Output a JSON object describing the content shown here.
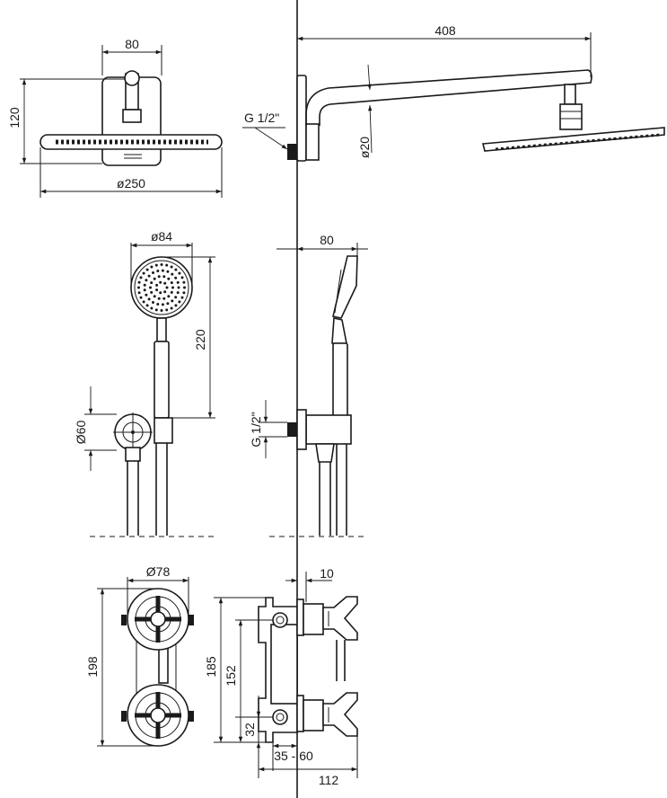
{
  "dimensions": {
    "head_bracket_width": "80",
    "head_height": "120",
    "head_diameter": "ø250",
    "arm_length": "408",
    "arm_diameter": "ø20",
    "connection_top": "G 1/2\"",
    "hand_shower_diameter": "ø84",
    "hand_shower_length": "220",
    "holder_diameter": "Ø60",
    "holder_projection": "80",
    "connection_side": "G 1/2\"",
    "knob_diameter": "Ø78",
    "valve_height": "198",
    "body_height": "185",
    "spacing": "152",
    "lower_offset": "32",
    "plate_thickness": "10",
    "mounting_depth": "35 - 60",
    "total_depth": "112"
  }
}
